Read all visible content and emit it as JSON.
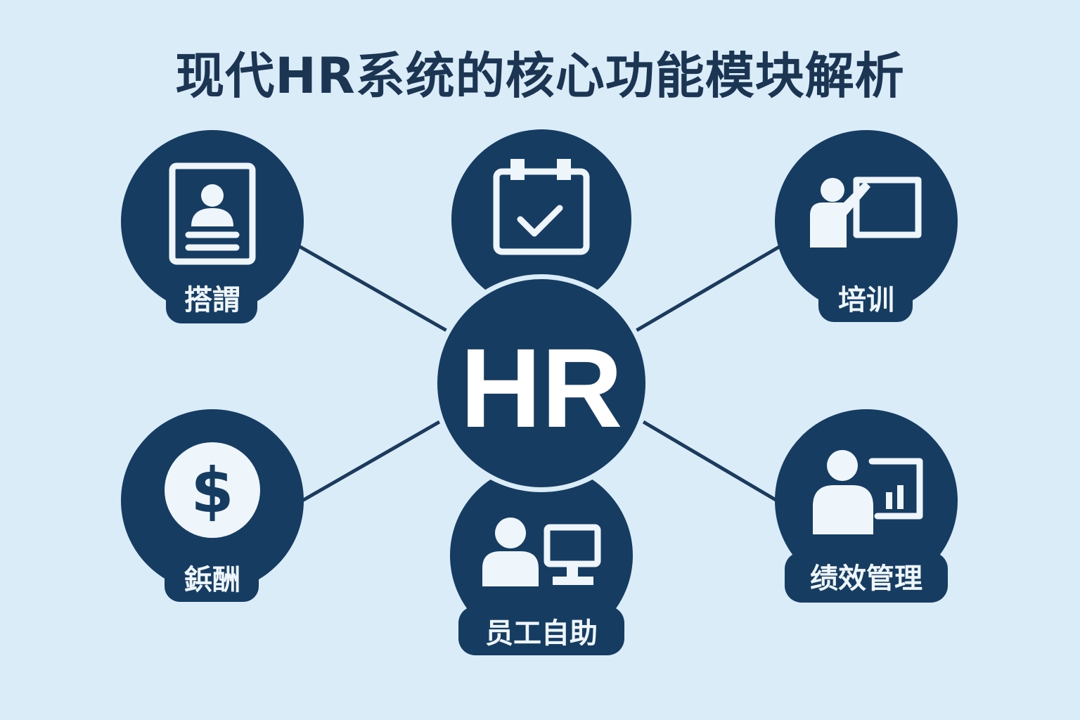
{
  "title": "现代HR系统的核心功能模块解析",
  "center": {
    "label": "HR"
  },
  "modules": [
    {
      "label": "搭謂",
      "icon": "resume-profile-icon"
    },
    {
      "label": "",
      "icon": "calendar-check-icon"
    },
    {
      "label": "培训",
      "icon": "teacher-board-icon"
    },
    {
      "label": "鋲酬",
      "icon": "dollar-coin-icon"
    },
    {
      "label": "员工自助",
      "icon": "user-computer-icon"
    },
    {
      "label": "绩效管理",
      "icon": "user-chart-icon"
    }
  ],
  "colors": {
    "background": "#d9ecf8",
    "node": "#163c62",
    "text": "#1b3553",
    "icon": "#eef5fb"
  }
}
